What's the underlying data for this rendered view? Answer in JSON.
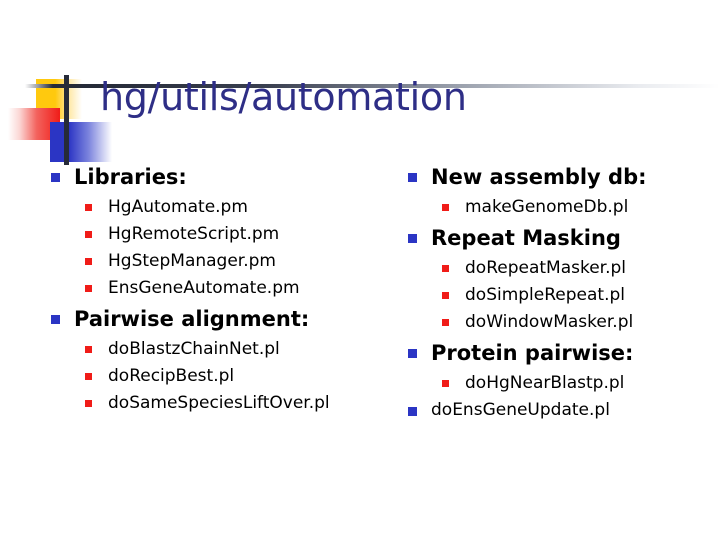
{
  "slide": {
    "title": "hg/utils/automation",
    "title_color": "#2E2E86",
    "bullet_level1_color": "#2B35C4",
    "bullet_level2_color": "#F01C18",
    "logo": {
      "yellow": "#FFC90E",
      "red": "#F01C18",
      "blue": "#2B35C4",
      "line": "#262B38"
    }
  },
  "columns": {
    "left": [
      {
        "label": "Libraries:",
        "children": [
          "HgAutomate.pm",
          "HgRemoteScript.pm",
          "HgStepManager.pm",
          "EnsGeneAutomate.pm"
        ]
      },
      {
        "label": "Pairwise alignment:",
        "children": [
          "doBlastzChainNet.pl",
          "doRecipBest.pl",
          "doSameSpeciesLiftOver.pl"
        ]
      }
    ],
    "right": [
      {
        "label": "New assembly db:",
        "children": [
          "makeGenomeDb.pl"
        ]
      },
      {
        "label": "Repeat Masking",
        "children": [
          "doRepeatMasker.pl",
          "doSimpleRepeat.pl",
          "doWindowMasker.pl"
        ]
      },
      {
        "label": "Protein pairwise:",
        "children": [
          "doHgNearBlastp.pl"
        ]
      },
      {
        "label": "doEnsGeneUpdate.pl",
        "style": "plain",
        "children": []
      }
    ]
  }
}
